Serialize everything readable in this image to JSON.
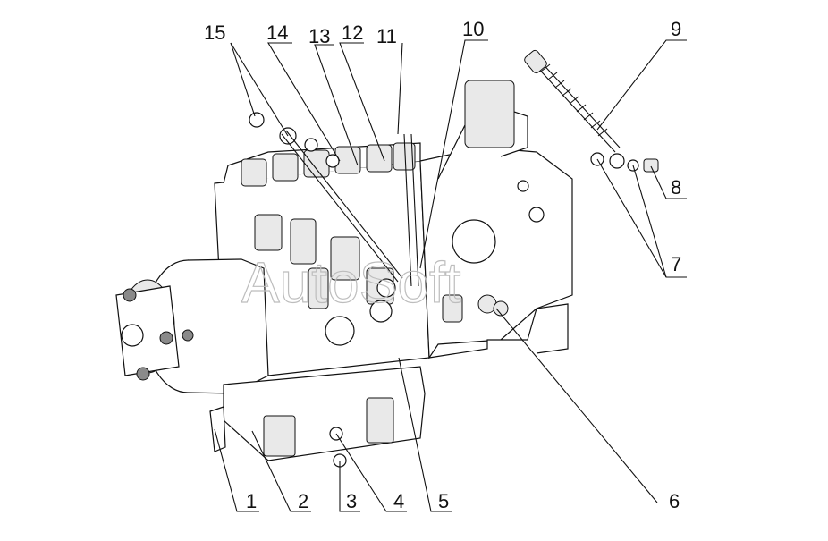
{
  "watermark": "AutoSoft",
  "callouts": [
    {
      "id": "c1",
      "label": "1"
    },
    {
      "id": "c2",
      "label": "2"
    },
    {
      "id": "c3",
      "label": "3"
    },
    {
      "id": "c4",
      "label": "4"
    },
    {
      "id": "c5",
      "label": "5"
    },
    {
      "id": "c6",
      "label": "6"
    },
    {
      "id": "c7",
      "label": "7"
    },
    {
      "id": "c8",
      "label": "8"
    },
    {
      "id": "c9",
      "label": "9"
    },
    {
      "id": "c10",
      "label": "10"
    },
    {
      "id": "c11",
      "label": "11"
    },
    {
      "id": "c12",
      "label": "12"
    },
    {
      "id": "c13",
      "label": "13"
    },
    {
      "id": "c14",
      "label": "14"
    },
    {
      "id": "c15",
      "label": "15"
    }
  ]
}
